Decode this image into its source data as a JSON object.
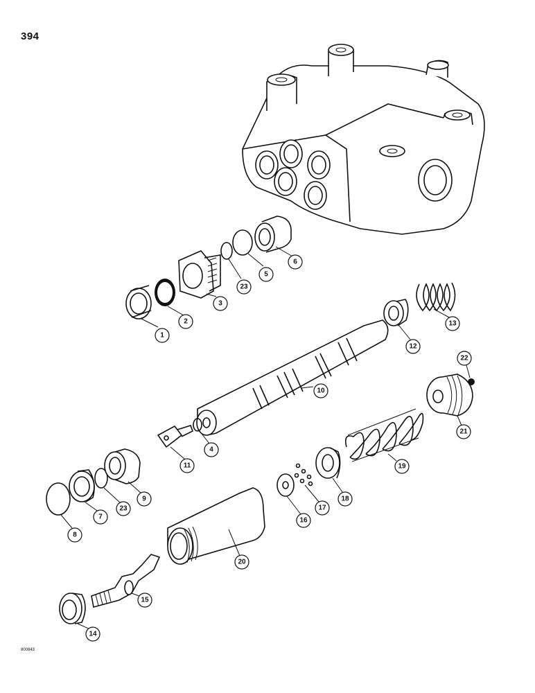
{
  "page_number": "394",
  "drawing_code": "800843",
  "callouts": [
    {
      "id": "c1",
      "label": "1"
    },
    {
      "id": "c2",
      "label": "2"
    },
    {
      "id": "c3",
      "label": "3"
    },
    {
      "id": "c23a",
      "label": "23"
    },
    {
      "id": "c5",
      "label": "5"
    },
    {
      "id": "c6",
      "label": "6"
    },
    {
      "id": "c13",
      "label": "13"
    },
    {
      "id": "c12",
      "label": "12"
    },
    {
      "id": "c22",
      "label": "22"
    },
    {
      "id": "c10",
      "label": "10"
    },
    {
      "id": "c21",
      "label": "21"
    },
    {
      "id": "c4",
      "label": "4"
    },
    {
      "id": "c11",
      "label": "11"
    },
    {
      "id": "c19",
      "label": "19"
    },
    {
      "id": "c9",
      "label": "9"
    },
    {
      "id": "c18",
      "label": "18"
    },
    {
      "id": "c17",
      "label": "17"
    },
    {
      "id": "c8",
      "label": "8"
    },
    {
      "id": "c7",
      "label": "7"
    },
    {
      "id": "c23b",
      "label": "23"
    },
    {
      "id": "c16",
      "label": "16"
    },
    {
      "id": "c20",
      "label": "20"
    },
    {
      "id": "c15",
      "label": "15"
    },
    {
      "id": "c14",
      "label": "14"
    }
  ]
}
